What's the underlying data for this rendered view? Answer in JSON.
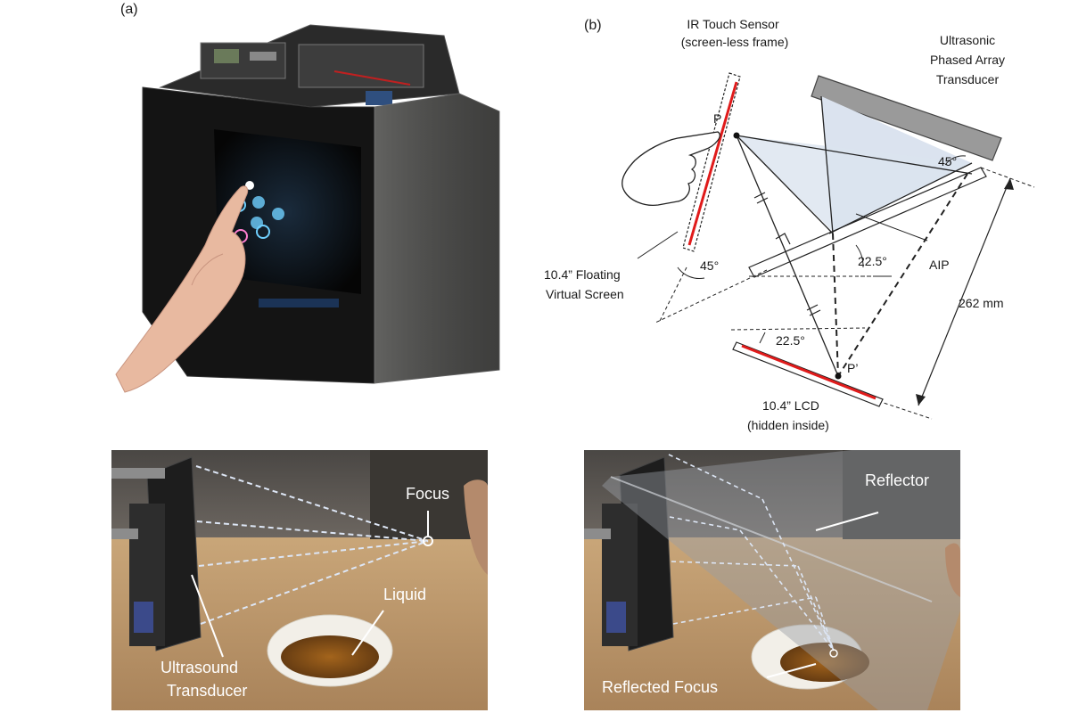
{
  "panel_a": {
    "label": "(a)"
  },
  "panel_b": {
    "label": "(b)",
    "ir_sensor_line1": "IR Touch Sensor",
    "ir_sensor_line2": "(screen-less frame)",
    "transducer_line1": "Ultrasonic",
    "transducer_line2": "Phased Array",
    "transducer_line3": "Transducer",
    "point_p": "P",
    "point_p_prime": "P’",
    "angle_45_top": "45°",
    "angle_45_left": "45°",
    "angle_22_5_upper": "22.5°",
    "angle_22_5_lower": "22.5°",
    "aip": "AIP",
    "distance": "262 mm",
    "screen_line1": "10.4” Floating",
    "screen_line2": "Virtual Screen",
    "lcd_line1": "10.4” LCD",
    "lcd_line2": "(hidden inside)"
  },
  "photo_left": {
    "focus": "Focus",
    "liquid": "Liquid",
    "transducer_line1": "Ultrasound",
    "transducer_line2": "Transducer"
  },
  "photo_right": {
    "reflector": "Reflector",
    "reflected_focus": "Reflected Focus"
  }
}
